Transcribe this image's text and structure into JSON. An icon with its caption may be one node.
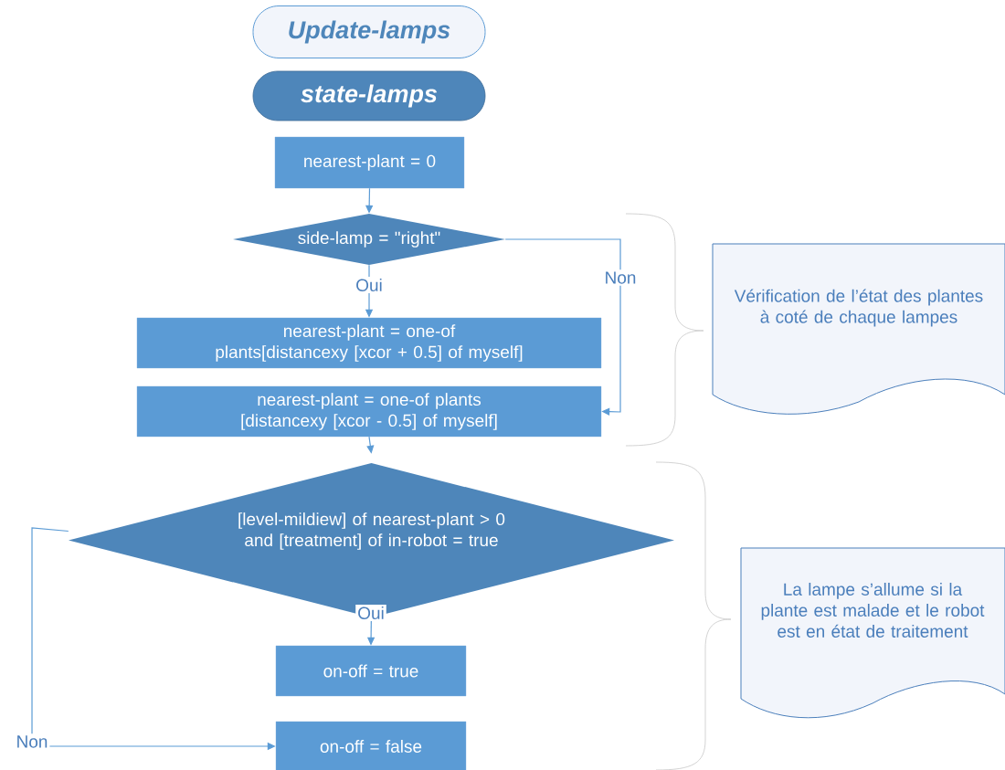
{
  "diagram": {
    "nodes": [
      {
        "text": [
          "Update-lamps"
        ]
      },
      {
        "text": [
          "state-lamps"
        ]
      },
      {
        "text": [
          "nearest-plant = 0"
        ]
      },
      {
        "text": [
          "side-lamp = \"right\""
        ]
      },
      {
        "text": [
          "nearest-plant = one-of plants[distancexy [xcor + 0.5] of myself]"
        ]
      },
      {
        "text": [
          "nearest-plant = one-of plants [distancexy [xcor - 0.5] of myself]"
        ]
      },
      {
        "text": [
          "[level-mildiew] of nearest-plant > 0 and [treatment] of in-robot = true"
        ]
      },
      {
        "text": [
          "on-off = true"
        ]
      },
      {
        "text": [
          "on-off = false"
        ]
      },
      {
        "text": [
          "Vérification de l’état des plantes à coté de chaque lampes"
        ]
      },
      {
        "text": [
          "La lampe s’allume si la plante est malade et le robot est en état de traitement"
        ]
      }
    ],
    "edges": [
      {
        "from": 2,
        "to": 3,
        "arrow": "to"
      },
      {
        "from": 3,
        "to": 4,
        "arrow": "to",
        "label": "Oui"
      },
      {
        "from": 3,
        "to": 5,
        "arrow": "to",
        "label": "Non"
      },
      {
        "from": 5,
        "to": 6,
        "arrow": "to"
      },
      {
        "from": 6,
        "to": 7,
        "arrow": "to",
        "label": "Oui"
      },
      {
        "from": 6,
        "to": 8,
        "arrow": "to",
        "label": "Non"
      }
    ]
  }
}
